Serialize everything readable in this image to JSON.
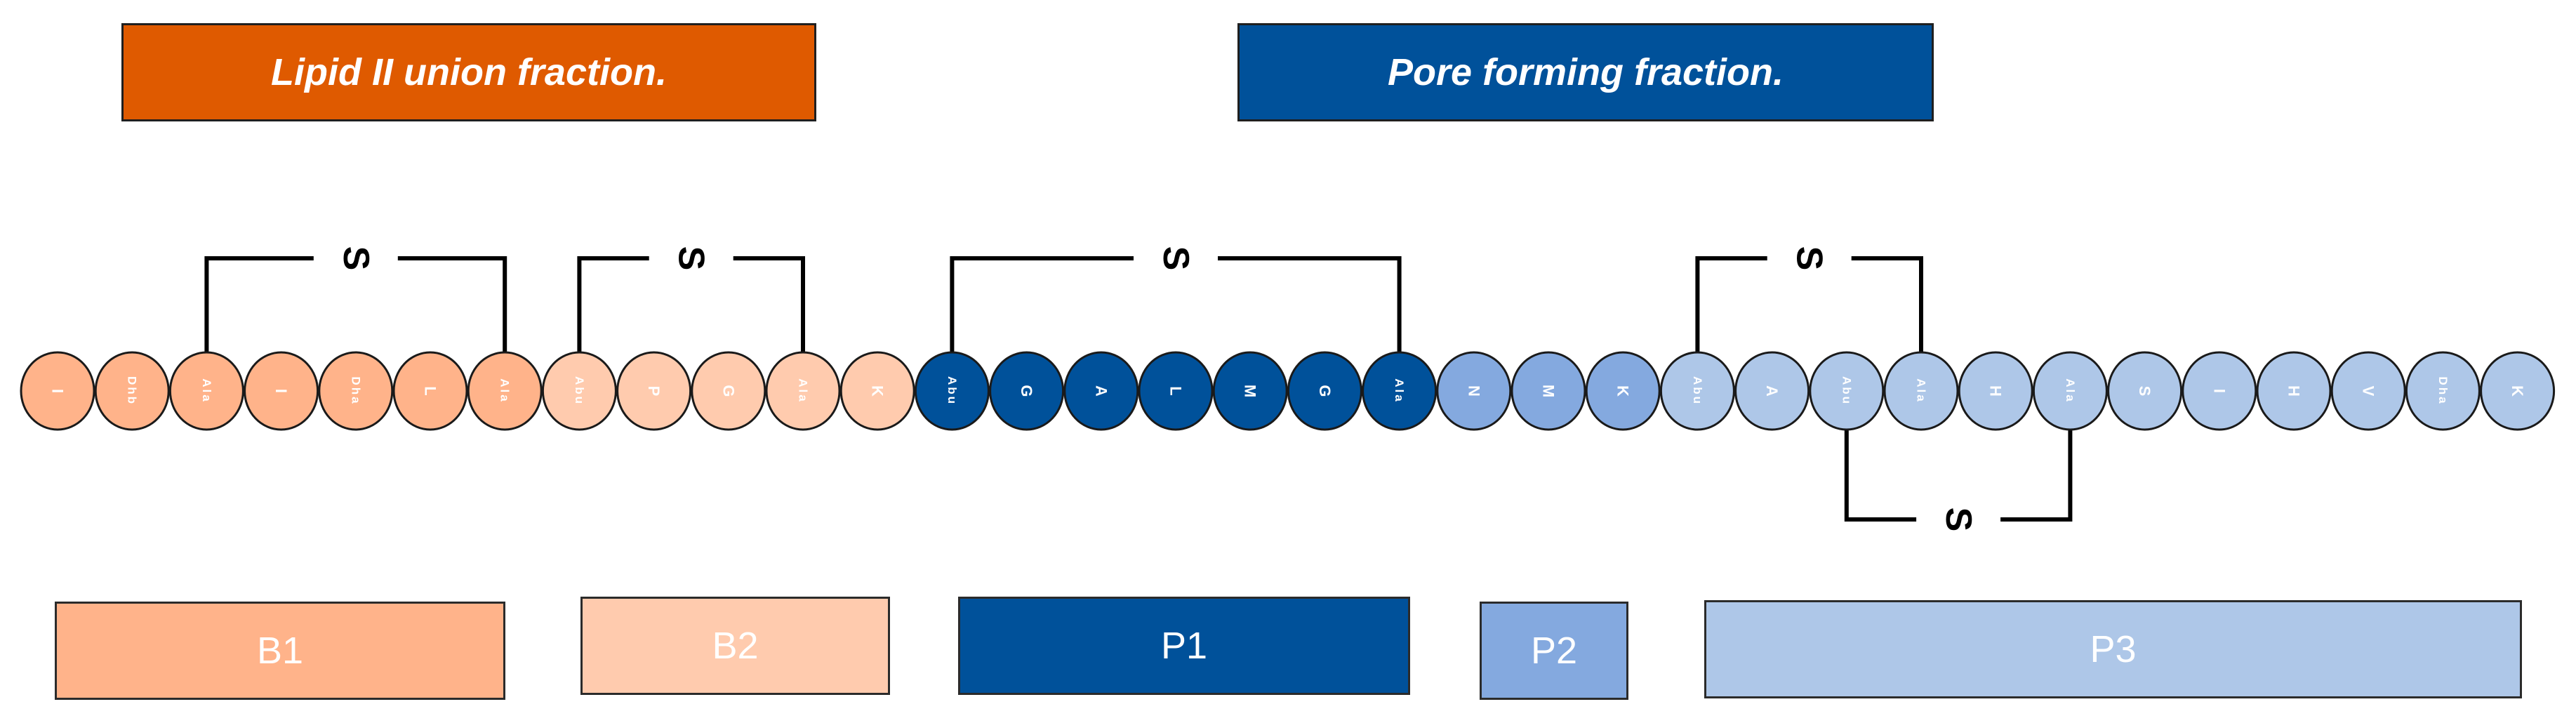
{
  "colors": {
    "orange_header": "#DF5A00",
    "blue_header": "#00519A",
    "b1": "#FFB38A",
    "b2": "#FFCBAE",
    "p1": "#00519A",
    "p2": "#84A9DF",
    "p3": "#AEC7E8",
    "line": "#000000"
  },
  "headers": {
    "lipid": "Lipid II union fraction.",
    "pore": "Pore forming fraction."
  },
  "segments": {
    "b1": "B1",
    "b2": "B2",
    "p1": "P1",
    "p2": "P2",
    "p3": "P3"
  },
  "bridge_label": "S",
  "residues": [
    {
      "label": "I",
      "group": "b1"
    },
    {
      "label": "Dhb",
      "group": "b1"
    },
    {
      "label": "Ala",
      "group": "b1"
    },
    {
      "label": "I",
      "group": "b1"
    },
    {
      "label": "Dha",
      "group": "b1"
    },
    {
      "label": "L",
      "group": "b1"
    },
    {
      "label": "Ala",
      "group": "b1"
    },
    {
      "label": "Abu",
      "group": "b2"
    },
    {
      "label": "P",
      "group": "b2"
    },
    {
      "label": "G",
      "group": "b2"
    },
    {
      "label": "Ala",
      "group": "b2"
    },
    {
      "label": "K",
      "group": "b2"
    },
    {
      "label": "Abu",
      "group": "p1"
    },
    {
      "label": "G",
      "group": "p1"
    },
    {
      "label": "A",
      "group": "p1"
    },
    {
      "label": "L",
      "group": "p1"
    },
    {
      "label": "M",
      "group": "p1"
    },
    {
      "label": "G",
      "group": "p1"
    },
    {
      "label": "Ala",
      "group": "p1"
    },
    {
      "label": "N",
      "group": "p2"
    },
    {
      "label": "M",
      "group": "p2"
    },
    {
      "label": "K",
      "group": "p2"
    },
    {
      "label": "Abu",
      "group": "p3"
    },
    {
      "label": "A",
      "group": "p3"
    },
    {
      "label": "Abu",
      "group": "p3"
    },
    {
      "label": "Ala",
      "group": "p3"
    },
    {
      "label": "H",
      "group": "p3"
    },
    {
      "label": "Ala",
      "group": "p3"
    },
    {
      "label": "S",
      "group": "p3"
    },
    {
      "label": "I",
      "group": "p3"
    },
    {
      "label": "H",
      "group": "p3"
    },
    {
      "label": "V",
      "group": "p3"
    },
    {
      "label": "Dha",
      "group": "p3"
    },
    {
      "label": "K",
      "group": "p3"
    }
  ],
  "bridges": [
    {
      "from": 2,
      "to": 6,
      "side": "top"
    },
    {
      "from": 7,
      "to": 10,
      "side": "top"
    },
    {
      "from": 12,
      "to": 18,
      "side": "top"
    },
    {
      "from": 22,
      "to": 25,
      "side": "top"
    },
    {
      "from": 24,
      "to": 27,
      "side": "bottom"
    }
  ]
}
